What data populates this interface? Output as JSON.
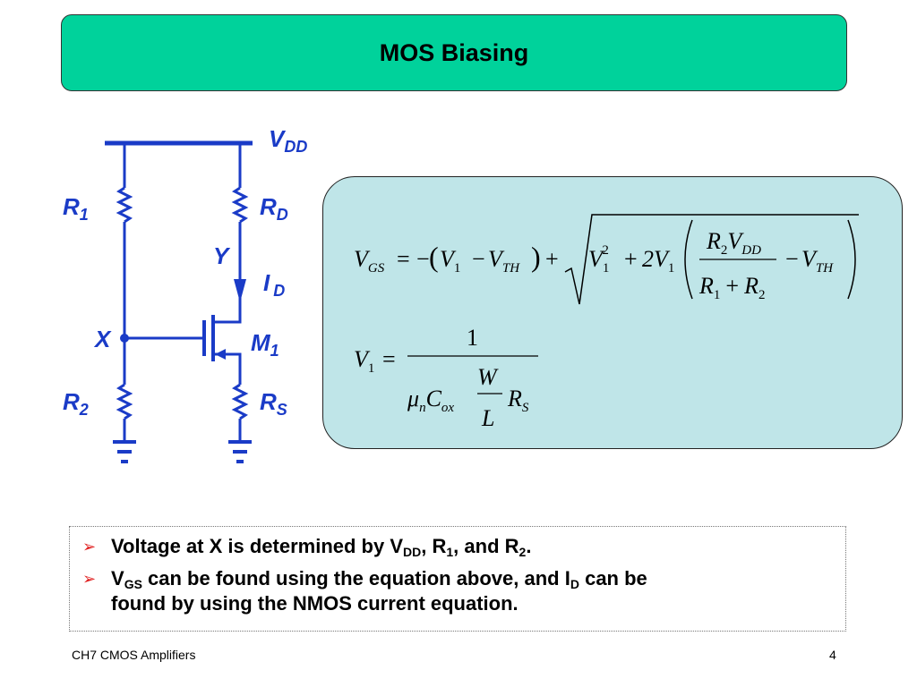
{
  "slide": {
    "title": "MOS Biasing",
    "footer_left": "CH7 CMOS Amplifiers",
    "page_number": "4"
  },
  "circuit": {
    "vdd_label": "V",
    "vdd_sub": "DD",
    "r1": "R",
    "r1_sub": "1",
    "rd": "R",
    "rd_sub": "D",
    "y_label": "Y",
    "id": "I",
    "id_sub": "D",
    "x_label": "X",
    "m1": "M",
    "m1_sub": "1",
    "r2": "R",
    "r2_sub": "2",
    "rs": "R",
    "rs_sub": "S",
    "wire_color": "#1a3bc7"
  },
  "equations": {
    "eq1": {
      "lhs": "V",
      "lhs_sub": "GS",
      "eq": "=",
      "minus": "−",
      "open_paren": "(",
      "v1": "V",
      "v1_sub": "1",
      "minus2": "−",
      "vth": "V",
      "vth_sub": "TH",
      "close_paren": ")",
      "plus": "+",
      "sq_v1": "V",
      "sq_v1_sub": "1",
      "sq_v1_sup": "2",
      "plus2": "+",
      "two_v1": "2V",
      "two_v1_sub": "1",
      "frac_num_r": "R",
      "frac_num_r_sub": "2",
      "frac_num_v": "V",
      "frac_num_v_sub": "DD",
      "frac_den_r1": "R",
      "frac_den_r1_sub": "1",
      "frac_den_plus": "+",
      "frac_den_r2": "R",
      "frac_den_r2_sub": "2",
      "minus3": "−",
      "vth2": "V",
      "vth2_sub": "TH"
    },
    "eq2": {
      "lhs": "V",
      "lhs_sub": "1",
      "eq": "=",
      "num": "1",
      "mu": "μ",
      "mu_sub": "n",
      "cox": "C",
      "cox_sub": "ox",
      "w": "W",
      "l": "L",
      "rs": "R",
      "rs_sub": "S"
    }
  },
  "bullets": {
    "arrow": "➢",
    "b1_part1": "Voltage at X is determined by V",
    "b1_sub1": "DD",
    "b1_part2": ", R",
    "b1_sub2": "1",
    "b1_part3": ", and R",
    "b1_sub3": "2",
    "b1_part4": ".",
    "b2_part1": "V",
    "b2_sub1": "GS",
    "b2_part2": " can be found using the equation above, and I",
    "b2_sub2": "D",
    "b2_part3": " can be",
    "b2_line2": "found by using the NMOS current equation."
  }
}
